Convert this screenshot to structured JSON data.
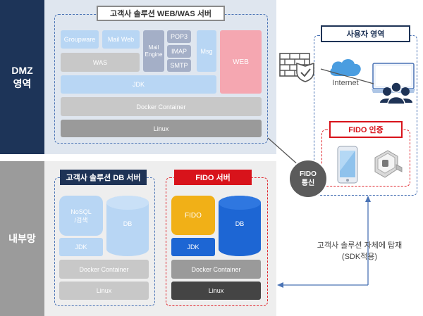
{
  "zones": {
    "dmz": "DMZ\n영역",
    "internal": "내부망"
  },
  "web_server": {
    "title": "고객사 솔루션 WEB/WAS 서버",
    "groupware": "Groupware",
    "mail_web": "Mail Web",
    "mail_engine": "Mail\nEngine",
    "pop3": "POP3",
    "imap": "IMAP",
    "smtp": "SMTP",
    "msg": "Msg",
    "was": "WAS",
    "web": "WEB",
    "jdk": "JDK",
    "docker": "Docker Container",
    "linux": "Linux"
  },
  "db_server": {
    "title": "고객사 솔루션 DB 서버",
    "nosql": "NoSQL\n/검색",
    "db": "DB",
    "jdk": "JDK",
    "docker": "Docker Container",
    "linux": "Linux"
  },
  "fido_server": {
    "title": "FIDO 서버",
    "fido": "FIDO",
    "db": "DB",
    "jdk": "JDK",
    "docker": "Docker Container",
    "linux": "Linux"
  },
  "user_area": {
    "title": "사용자 영역",
    "internet": "Internet"
  },
  "fido_auth": {
    "title": "FIDO 인증"
  },
  "fido_comm": "FIDO\n통신",
  "sdk_note": "고객사 솔루션 자체에 탑재\n(SDK적용)",
  "icons": [
    "firewall-icon",
    "cloud-icon",
    "laptop-users-icon",
    "smartphone-icon",
    "fingerprint-scanner-icon"
  ]
}
